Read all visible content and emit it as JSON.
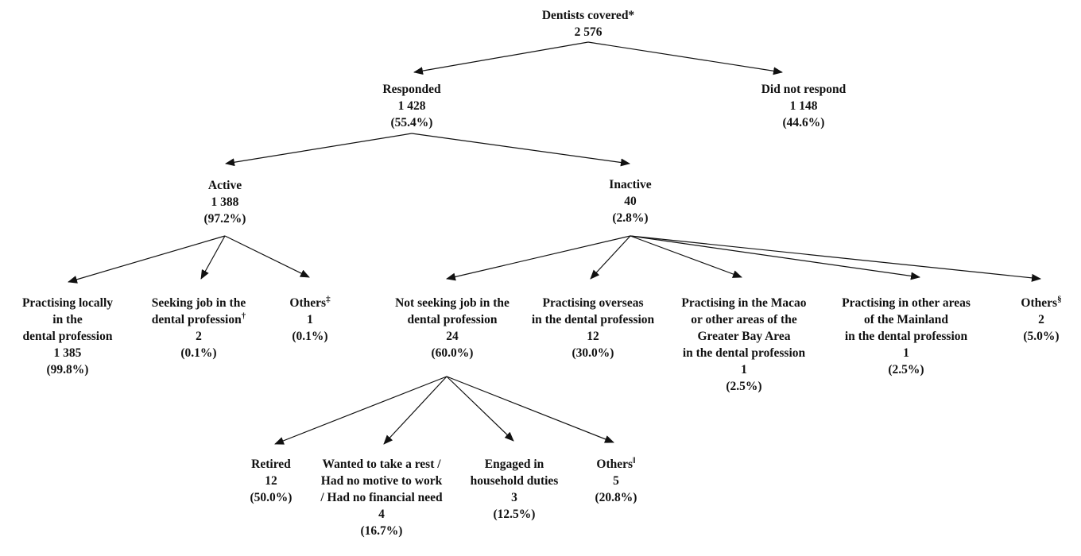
{
  "figure": {
    "description": "Flow chart of dentists covered in survey, by response and activity status"
  },
  "nodes": {
    "dentists_covered": {
      "label": "Dentists covered*",
      "count": "2 576"
    },
    "responded": {
      "label": "Responded",
      "count": "1 428",
      "percent": "(55.4%)"
    },
    "did_not_respond": {
      "label": "Did not respond",
      "count": "1 148",
      "percent": "(44.6%)"
    },
    "active": {
      "label": "Active",
      "count": "1 388",
      "percent": "(97.2%)"
    },
    "inactive": {
      "label": "Inactive",
      "count": "40",
      "percent": "(2.8%)"
    },
    "practising_locally": {
      "label_line1": "Practising locally",
      "label_line2": "in the",
      "label_line3": "dental profession",
      "count": "1 385",
      "percent": "(99.8%)"
    },
    "seeking_job": {
      "label_line1": "Seeking job in the",
      "label_line2": "dental profession",
      "footnote_mark": "†",
      "count": "2",
      "percent": "(0.1%)"
    },
    "others_active": {
      "label": "Others",
      "footnote_mark": "‡",
      "count": "1",
      "percent": "(0.1%)"
    },
    "not_seeking_job": {
      "label_line1": "Not seeking job in the",
      "label_line2": "dental profession",
      "count": "24",
      "percent": "(60.0%)"
    },
    "practising_overseas": {
      "label_line1": "Practising overseas",
      "label_line2": "in the dental profession",
      "count": "12",
      "percent": "(30.0%)"
    },
    "practising_macao_gba": {
      "label_line1": "Practising in the Macao",
      "label_line2": "or other areas of the",
      "label_line3": "Greater Bay Area",
      "label_line4": "in the dental profession",
      "count": "1",
      "percent": "(2.5%)"
    },
    "practising_mainland": {
      "label_line1": "Practising in other areas",
      "label_line2": "of the Mainland",
      "label_line3": "in the dental profession",
      "count": "1",
      "percent": "(2.5%)"
    },
    "others_inactive": {
      "label": "Others",
      "footnote_mark": "§",
      "count": "2",
      "percent": "(5.0%)"
    },
    "retired": {
      "label": "Retired",
      "count": "12",
      "percent": "(50.0%)"
    },
    "wanted_rest": {
      "label_line1": "Wanted to take a rest /",
      "label_line2": "Had no motive to work",
      "label_line3": "/ Had no financial need",
      "count": "4",
      "percent": "(16.7%)"
    },
    "household_duties": {
      "label_line1": "Engaged in",
      "label_line2": "household duties",
      "count": "3",
      "percent": "(12.5%)"
    },
    "others_not_seeking": {
      "label": "Others",
      "footnote_mark": "‖",
      "count": "5",
      "percent": "(20.8%)"
    }
  },
  "edges": [
    {
      "from": "dentists_covered",
      "to": "responded"
    },
    {
      "from": "dentists_covered",
      "to": "did_not_respond"
    },
    {
      "from": "responded",
      "to": "active"
    },
    {
      "from": "responded",
      "to": "inactive"
    },
    {
      "from": "active",
      "to": "practising_locally"
    },
    {
      "from": "active",
      "to": "seeking_job"
    },
    {
      "from": "active",
      "to": "others_active"
    },
    {
      "from": "inactive",
      "to": "not_seeking_job"
    },
    {
      "from": "inactive",
      "to": "practising_overseas"
    },
    {
      "from": "inactive",
      "to": "practising_macao_gba"
    },
    {
      "from": "inactive",
      "to": "practising_mainland"
    },
    {
      "from": "inactive",
      "to": "others_inactive"
    },
    {
      "from": "not_seeking_job",
      "to": "retired"
    },
    {
      "from": "not_seeking_job",
      "to": "wanted_rest"
    },
    {
      "from": "not_seeking_job",
      "to": "household_duties"
    },
    {
      "from": "not_seeking_job",
      "to": "others_not_seeking"
    }
  ]
}
